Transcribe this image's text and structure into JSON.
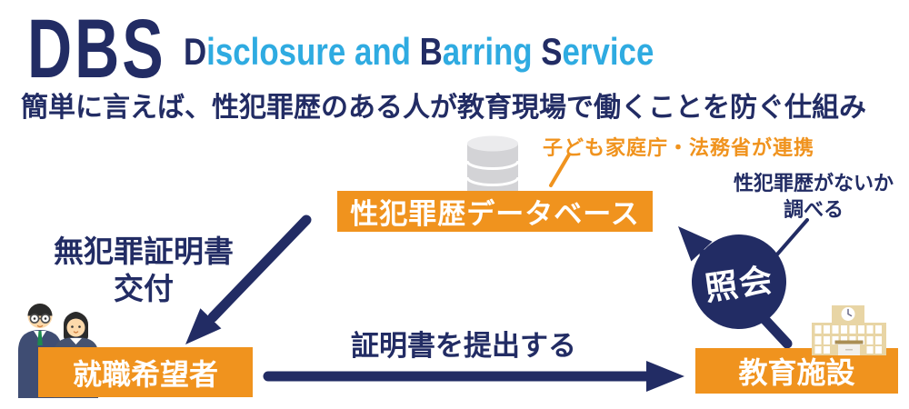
{
  "colors": {
    "navy": "#222c64",
    "light_blue": "#2fabe1",
    "orange": "#f0931e",
    "white": "#ffffff"
  },
  "header": {
    "acronym": "DBS",
    "title_segments": [
      {
        "text": "D",
        "color": "navy"
      },
      {
        "text": "isclosure and ",
        "color": "light_blue"
      },
      {
        "text": "B",
        "color": "navy"
      },
      {
        "text": "arring ",
        "color": "light_blue"
      },
      {
        "text": "S",
        "color": "navy"
      },
      {
        "text": "ervice",
        "color": "light_blue"
      }
    ],
    "subtitle": "簡単に言えば、性犯罪歴のある人が教育現場で働くことを防ぐ仕組み"
  },
  "diagram": {
    "database_label": "性犯罪歴データベース",
    "agency_note": "子ども家庭庁・法務省が連携",
    "check_note": {
      "line1": "性犯罪歴がないか",
      "line2": "調べる"
    },
    "inquiry_label": "照会",
    "certificate_note": {
      "line1": "無犯罪証明書",
      "line2": "交付"
    },
    "submit_label": "証明書を提出する",
    "job_seeker_label": "就職希望者",
    "school_label": "教育施設",
    "icons": {
      "database": "database-cylinder-icon",
      "people": "job-seekers-icon",
      "school": "school-building-icon",
      "inquiry_arrow": "inquiry-arrow",
      "issue_arrow": "issue-certificate-arrow",
      "submit_arrow": "submit-certificate-arrow"
    }
  }
}
